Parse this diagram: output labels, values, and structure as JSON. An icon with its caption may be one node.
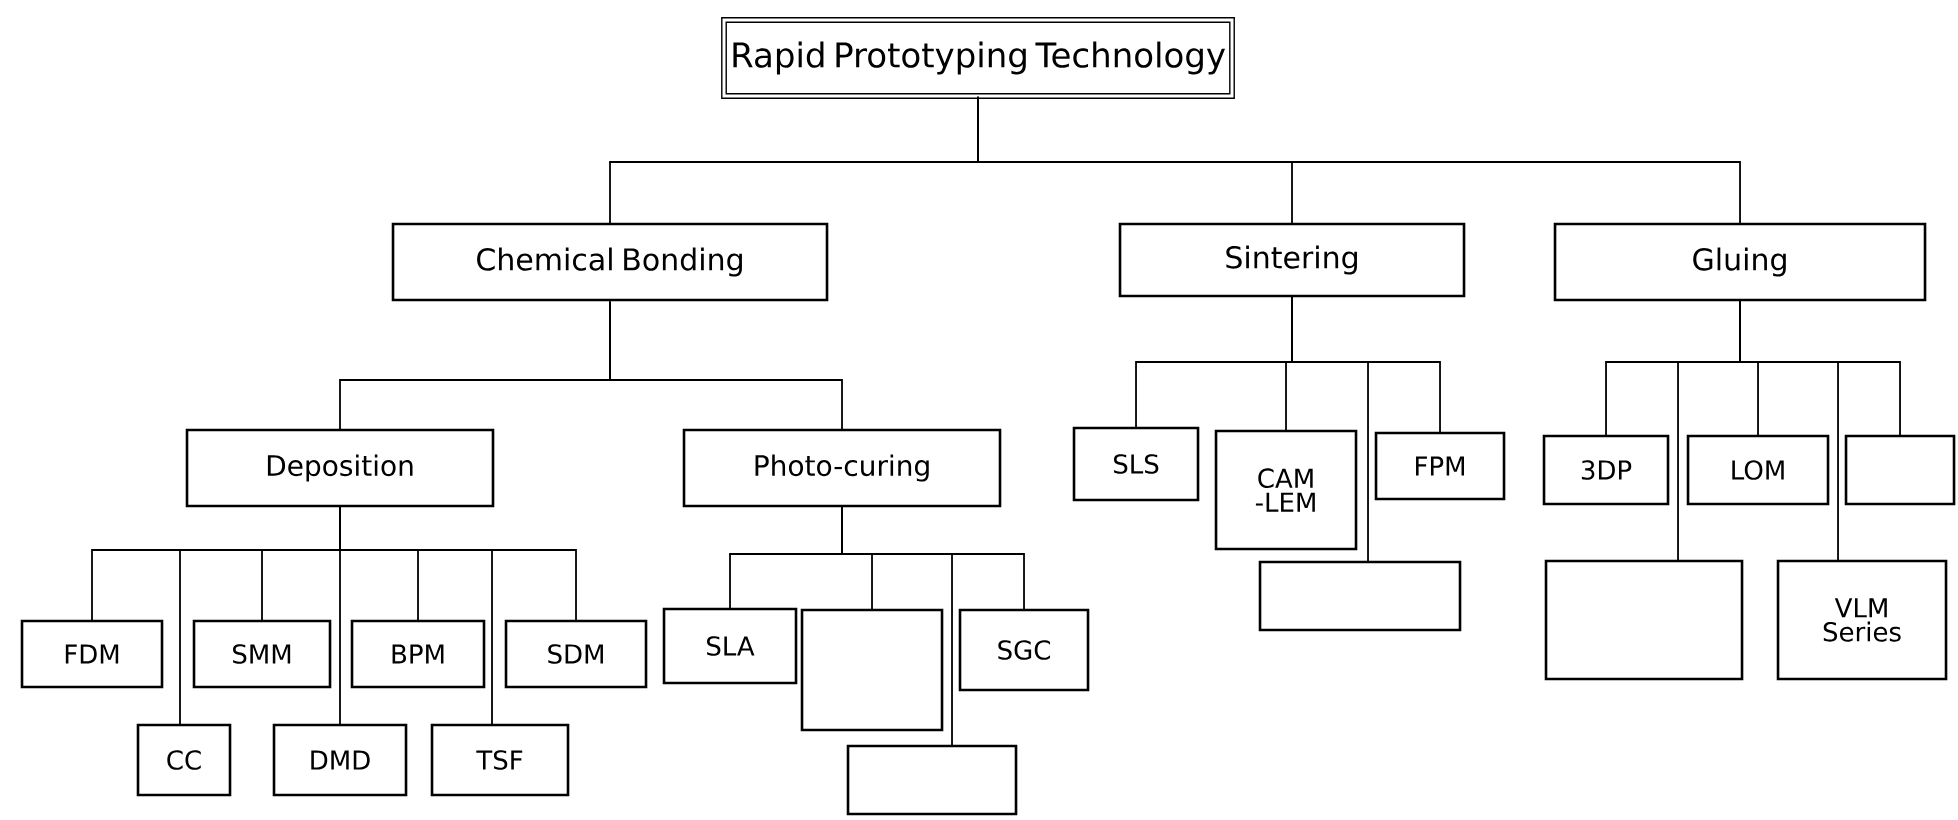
{
  "diagram": {
    "nodes": [
      {
        "text": [
          "Rapid Prototyping Technology"
        ]
      },
      {
        "text": [
          "Chemical Bonding"
        ]
      },
      {
        "text": [
          "Sintering"
        ]
      },
      {
        "text": [
          "Gluing"
        ]
      },
      {
        "text": [
          "Deposition"
        ]
      },
      {
        "text": [
          "Photo-curing"
        ]
      },
      {
        "text": [
          "FDM"
        ]
      },
      {
        "text": [
          "CC"
        ]
      },
      {
        "text": [
          "SMM"
        ]
      },
      {
        "text": [
          "DMD"
        ]
      },
      {
        "text": [
          "BPM"
        ]
      },
      {
        "text": [
          "TSF"
        ]
      },
      {
        "text": [
          "SDM"
        ]
      },
      {
        "text": [
          "SLA"
        ]
      },
      {
        "text": [],
        "shape": "box"
      },
      {
        "text": [
          "SGC"
        ]
      },
      {
        "text": [],
        "shape": "box"
      },
      {
        "text": [
          "SLS"
        ]
      },
      {
        "text": [
          "CAM -LEM"
        ]
      },
      {
        "text": [
          "FPM"
        ]
      },
      {
        "text": [],
        "shape": "box"
      },
      {
        "text": [
          "3DP"
        ]
      },
      {
        "text": [
          "LOM"
        ]
      },
      {
        "text": [],
        "shape": "box"
      },
      {
        "text": [],
        "shape": "box"
      },
      {
        "text": [
          "VLM Series"
        ]
      }
    ],
    "edges": [
      {
        "from": 0,
        "to": 1,
        "arrow": "none"
      },
      {
        "from": 0,
        "to": 2,
        "arrow": "none"
      },
      {
        "from": 0,
        "to": 3,
        "arrow": "none"
      },
      {
        "from": 1,
        "to": 4,
        "arrow": "none"
      },
      {
        "from": 1,
        "to": 5,
        "arrow": "none"
      },
      {
        "from": 4,
        "to": 6,
        "arrow": "none"
      },
      {
        "from": 4,
        "to": 7,
        "arrow": "none"
      },
      {
        "from": 4,
        "to": 8,
        "arrow": "none"
      },
      {
        "from": 4,
        "to": 9,
        "arrow": "none"
      },
      {
        "from": 4,
        "to": 10,
        "arrow": "none"
      },
      {
        "from": 4,
        "to": 11,
        "arrow": "none"
      },
      {
        "from": 4,
        "to": 12,
        "arrow": "none"
      },
      {
        "from": 5,
        "to": 13,
        "arrow": "none"
      },
      {
        "from": 5,
        "to": 14,
        "arrow": "none"
      },
      {
        "from": 5,
        "to": 15,
        "arrow": "none"
      },
      {
        "from": 5,
        "to": 16,
        "arrow": "none"
      },
      {
        "from": 2,
        "to": 17,
        "arrow": "none"
      },
      {
        "from": 2,
        "to": 18,
        "arrow": "none"
      },
      {
        "from": 2,
        "to": 19,
        "arrow": "none"
      },
      {
        "from": 2,
        "to": 20,
        "arrow": "none"
      },
      {
        "from": 3,
        "to": 21,
        "arrow": "none"
      },
      {
        "from": 3,
        "to": 22,
        "arrow": "none"
      },
      {
        "from": 3,
        "to": 23,
        "arrow": "none"
      },
      {
        "from": 3,
        "to": 24,
        "arrow": "none"
      },
      {
        "from": 3,
        "to": 25,
        "arrow": "none"
      }
    ]
  }
}
